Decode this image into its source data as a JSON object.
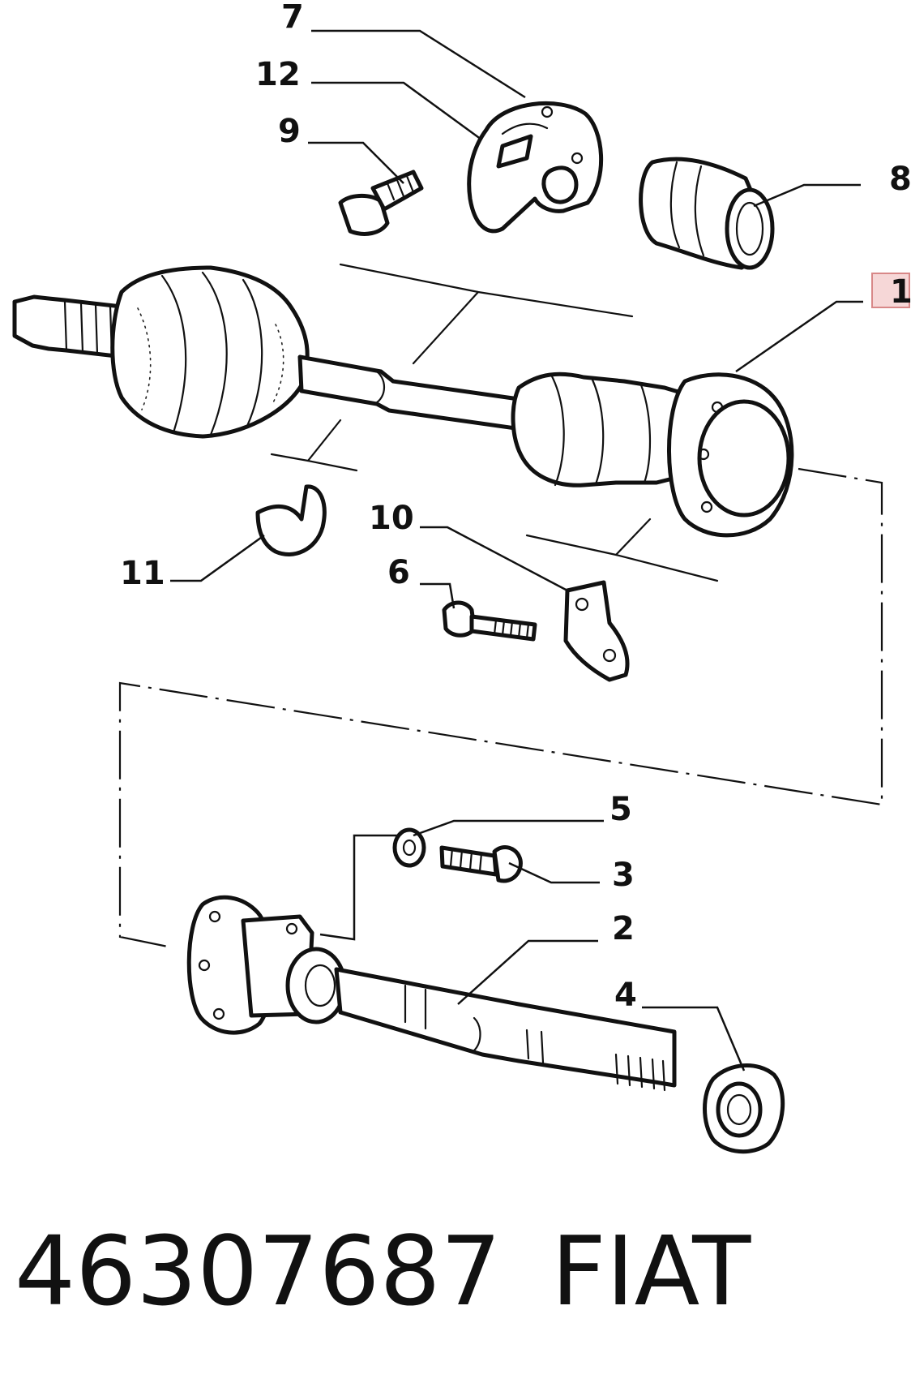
{
  "callouts": {
    "c1": "1",
    "c2": "2",
    "c3": "3",
    "c4": "4",
    "c5": "5",
    "c6": "6",
    "c7": "7",
    "c8": "8",
    "c9": "9",
    "c10": "10",
    "c11": "11",
    "c12": "12"
  },
  "footer": {
    "part_number": "46307687",
    "brand": "FIAT"
  },
  "colors": {
    "highlight_fill": "#f6d7d7",
    "highlight_border": "#d88888",
    "ink": "#111111"
  }
}
